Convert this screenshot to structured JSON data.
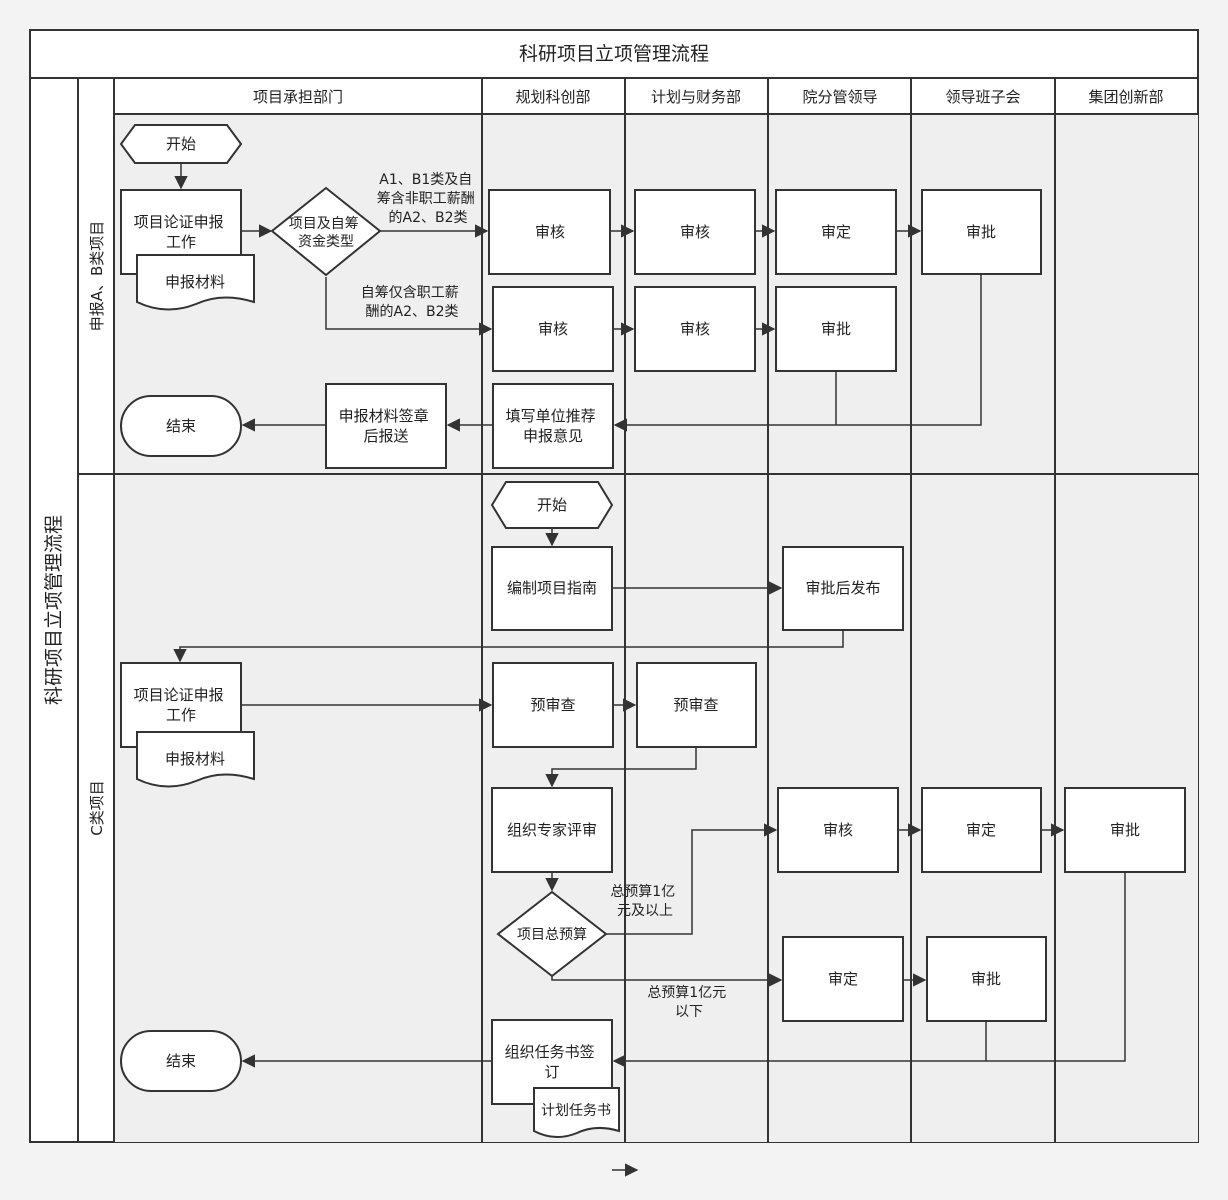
{
  "title": "科研项目立项管理流程",
  "side_title": "科研项目立项管理流程",
  "colors": {
    "stroke": "#333333",
    "lane_fill": "#efefef",
    "node_fill": "#ffffff",
    "text": "#222222"
  },
  "columns": [
    "项目承担部门",
    "规划科创部",
    "计划与财务部",
    "院分管领导",
    "领导班子会",
    "集团创新部"
  ],
  "rows": [
    "申报A、B类项目",
    "C类项目"
  ],
  "nodes": {
    "ab_start": "开始",
    "ab_demo": [
      "项目论证申报",
      "工作"
    ],
    "ab_doc": "申报材料",
    "ab_decision": [
      "项目及自筹",
      "资金类型"
    ],
    "ab_review1": "审核",
    "ab_review2": "审核",
    "ab_decide": "审定",
    "ab_approve": "审批",
    "ab_review3": "审核",
    "ab_review4": "审核",
    "ab_approve2": "审批",
    "ab_fill": [
      "填写单位推荐",
      "申报意见"
    ],
    "ab_send": [
      "申报材料签章",
      "后报送"
    ],
    "ab_end": "结束",
    "c_start": "开始",
    "c_guide": "编制项目指南",
    "c_publish": "审批后发布",
    "c_demo": [
      "项目论证申报",
      "工作"
    ],
    "c_doc": "申报材料",
    "c_pre1": "预审查",
    "c_pre2": "预审查",
    "c_expert": "组织专家评审",
    "c_budget": "项目总预算",
    "c_review": "审核",
    "c_decide": "审定",
    "c_approve": "审批",
    "c_decide2": "审定",
    "c_approve2": "审批",
    "c_sign": [
      "组织任务书签",
      "订"
    ],
    "c_plan_doc": "计划任务书",
    "c_end": "结束"
  },
  "edge_labels": {
    "ab_type_upper": [
      "A1、B1类及自",
      "筹含非职工薪酬",
      "的A2、B2类"
    ],
    "ab_type_lower": [
      "自筹仅含职工薪",
      "酬的A2、B2类"
    ],
    "c_budget_high": [
      "总预算1亿",
      "元及以上"
    ],
    "c_budget_low": [
      "总预算1亿元",
      "以下"
    ]
  }
}
